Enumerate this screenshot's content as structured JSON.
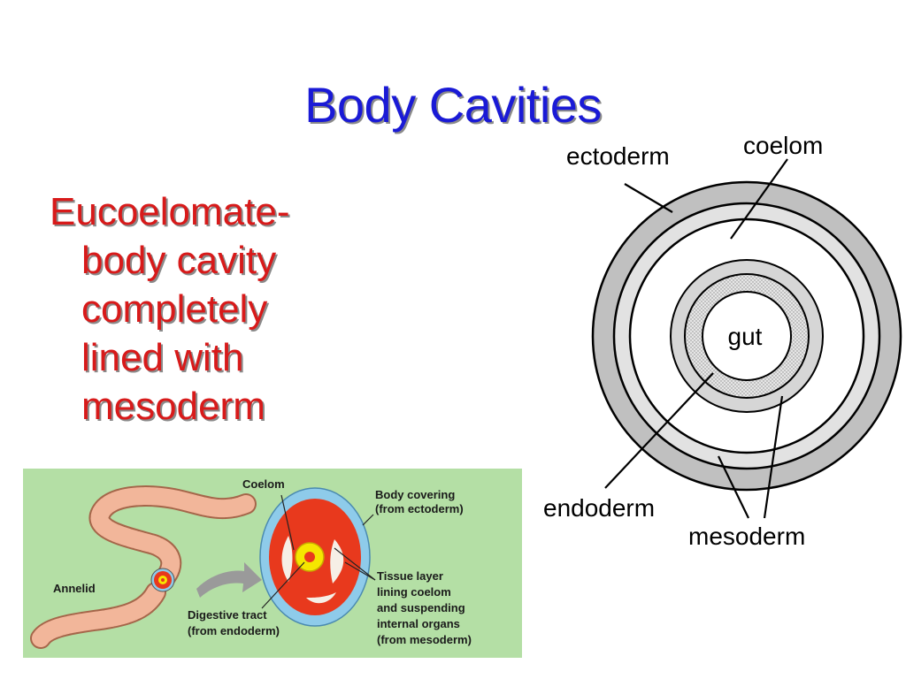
{
  "slide": {
    "title": "Body Cavities",
    "bullet_lines": [
      "Eucoelomate-",
      "body cavity",
      "completely",
      "lined with",
      "mesoderm"
    ]
  },
  "cross_section": {
    "labels": {
      "ectoderm": "ectoderm",
      "coelom": "coelom",
      "gut": "gut",
      "endoderm": "endoderm",
      "mesoderm": "mesoderm"
    },
    "colors": {
      "ectoderm_fill": "#c0c0c0",
      "mesoderm_fill": "#e0e0e0",
      "endoderm_fill": "#d4d4d4"
    }
  },
  "annelid_figure": {
    "background": "#b4dfa5",
    "labels": {
      "coelom": "Coelom",
      "body_covering_1": "Body covering",
      "body_covering_2": "(from ectoderm)",
      "annelid": "Annelid",
      "tissue_1": "Tissue layer",
      "tissue_2": "lining coelom",
      "tissue_3": "and suspending",
      "tissue_4": "internal organs",
      "tissue_5": "(from mesoderm)",
      "digestive_1": "Digestive tract",
      "digestive_2": "(from endoderm)"
    },
    "colors": {
      "worm": "#f2b69a",
      "ectoderm_ring": "#8ecbea",
      "mesoderm": "#e8391d",
      "endoderm": "#f5e600",
      "arrow": "#9a9a9a"
    }
  }
}
